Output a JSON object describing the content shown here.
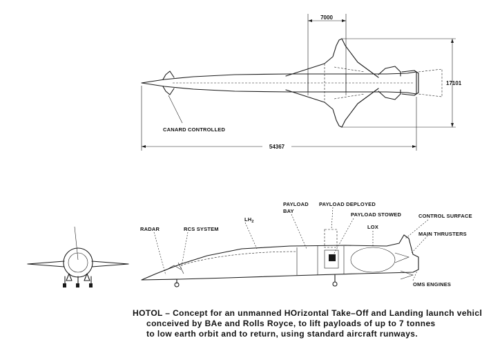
{
  "dimensions": {
    "payload_bay_length": "7000",
    "span": "17101",
    "overall_length": "54367"
  },
  "plan_view": {
    "canard_label": "CANARD CONTROLLED"
  },
  "side_view": {
    "labels": {
      "radar": "RADAR",
      "rcs_system": "RCS SYSTEM",
      "lh2": "LH",
      "lh2_subscript": "2",
      "payload_bay_line1": "PAYLOAD",
      "payload_bay_line2": "BAY",
      "payload_deployed": "PAYLOAD DEPLOYED",
      "payload_stowed": "PAYLOAD STOWED",
      "lox": "LOX",
      "control_surface": "CONTROL SURFACE",
      "main_thrusters": "MAIN THRUSTERS",
      "oms_engines": "OMS ENGINES"
    }
  },
  "caption": {
    "line1": "HOTOL – Concept for an unmanned HOrizontal Take–Off and Landing launch vehicle,",
    "line2": "conceived  by BAe and Rolls Royce, to lift payloads of up to 7 tonnes",
    "line3": "to low earth orbit and to return, using standard aircraft runways."
  }
}
